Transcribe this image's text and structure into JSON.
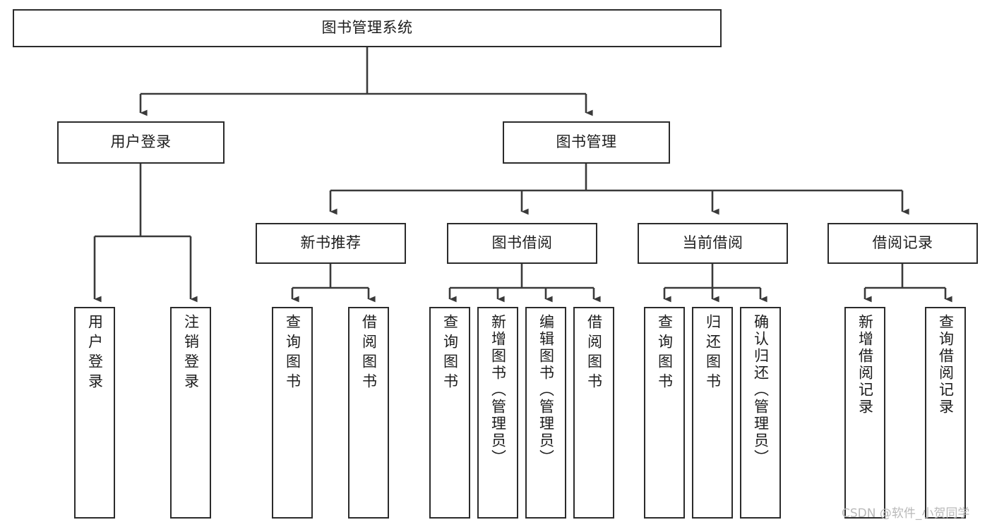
{
  "diagram": {
    "type": "tree",
    "title": "图书管理系统",
    "orientation": "top-down",
    "levels": 4,
    "colors": {
      "node_border": "#2b2b2b",
      "node_fill": "#ffffff",
      "connector": "#3a3a3a",
      "text": "#1d1d1d",
      "background": "#ffffff",
      "watermark": "#b9b9b9"
    }
  },
  "root": {
    "label": "图书管理系统"
  },
  "level2": [
    {
      "id": "user-login",
      "label": "用户登录"
    },
    {
      "id": "book-management",
      "label": "图书管理"
    }
  ],
  "level3": [
    {
      "id": "new-book-recommend",
      "label": "新书推荐"
    },
    {
      "id": "book-borrow",
      "label": "图书借阅"
    },
    {
      "id": "current-borrow",
      "label": "当前借阅"
    },
    {
      "id": "borrow-record",
      "label": "借阅记录"
    }
  ],
  "leaves": {
    "user_login": [
      {
        "id": "leaf-user-login",
        "label": "用户登录"
      },
      {
        "id": "leaf-logout",
        "label": "注销登录"
      }
    ],
    "new_book_recommend": [
      {
        "id": "leaf-query-book-1",
        "label": "查询图书"
      },
      {
        "id": "leaf-borrow-book-1",
        "label": "借阅图书"
      }
    ],
    "book_borrow": [
      {
        "id": "leaf-query-book-2",
        "label": "查询图书"
      },
      {
        "id": "leaf-add-book",
        "label": "新增图书（管理员）"
      },
      {
        "id": "leaf-edit-book",
        "label": "编辑图书（管理员）"
      },
      {
        "id": "leaf-borrow-book-2",
        "label": "借阅图书"
      }
    ],
    "current_borrow": [
      {
        "id": "leaf-query-book-3",
        "label": "查询图书"
      },
      {
        "id": "leaf-return-book",
        "label": "归还图书"
      },
      {
        "id": "leaf-confirm-return",
        "label": "确认归还（管理员）"
      }
    ],
    "borrow_record": [
      {
        "id": "leaf-add-record",
        "label": "新增借阅记录"
      },
      {
        "id": "leaf-query-record",
        "label": "查询借阅记录"
      }
    ]
  },
  "watermark": {
    "text": "CSDN @软件_小贺同学"
  }
}
